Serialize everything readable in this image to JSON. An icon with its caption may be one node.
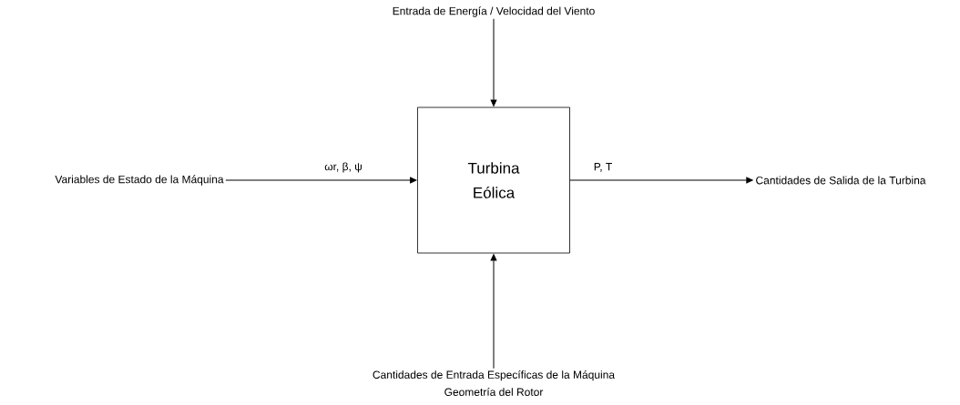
{
  "diagram": {
    "nodes": [
      {
        "text": [
          "Turbina Eólica"
        ]
      },
      {
        "text": [
          "Entrada de Energía / Velocidad del Viento"
        ]
      },
      {
        "text": [
          "Variables de Estado de la Máquina"
        ]
      },
      {
        "text": [
          "Cantidades de Salida de la Turbina"
        ]
      },
      {
        "text": [
          "Cantidades de Entrada Específicas de la Máquina",
          "Geometría del Rotor"
        ]
      }
    ],
    "edges": [
      {
        "from": 1,
        "to": 0,
        "arrow": "to"
      },
      {
        "from": 2,
        "to": 0,
        "arrow": "to",
        "label": "ωr, β, ψ"
      },
      {
        "from": 0,
        "to": 3,
        "arrow": "to",
        "label": "P, T"
      },
      {
        "from": 4,
        "to": 0,
        "arrow": "to"
      }
    ]
  }
}
